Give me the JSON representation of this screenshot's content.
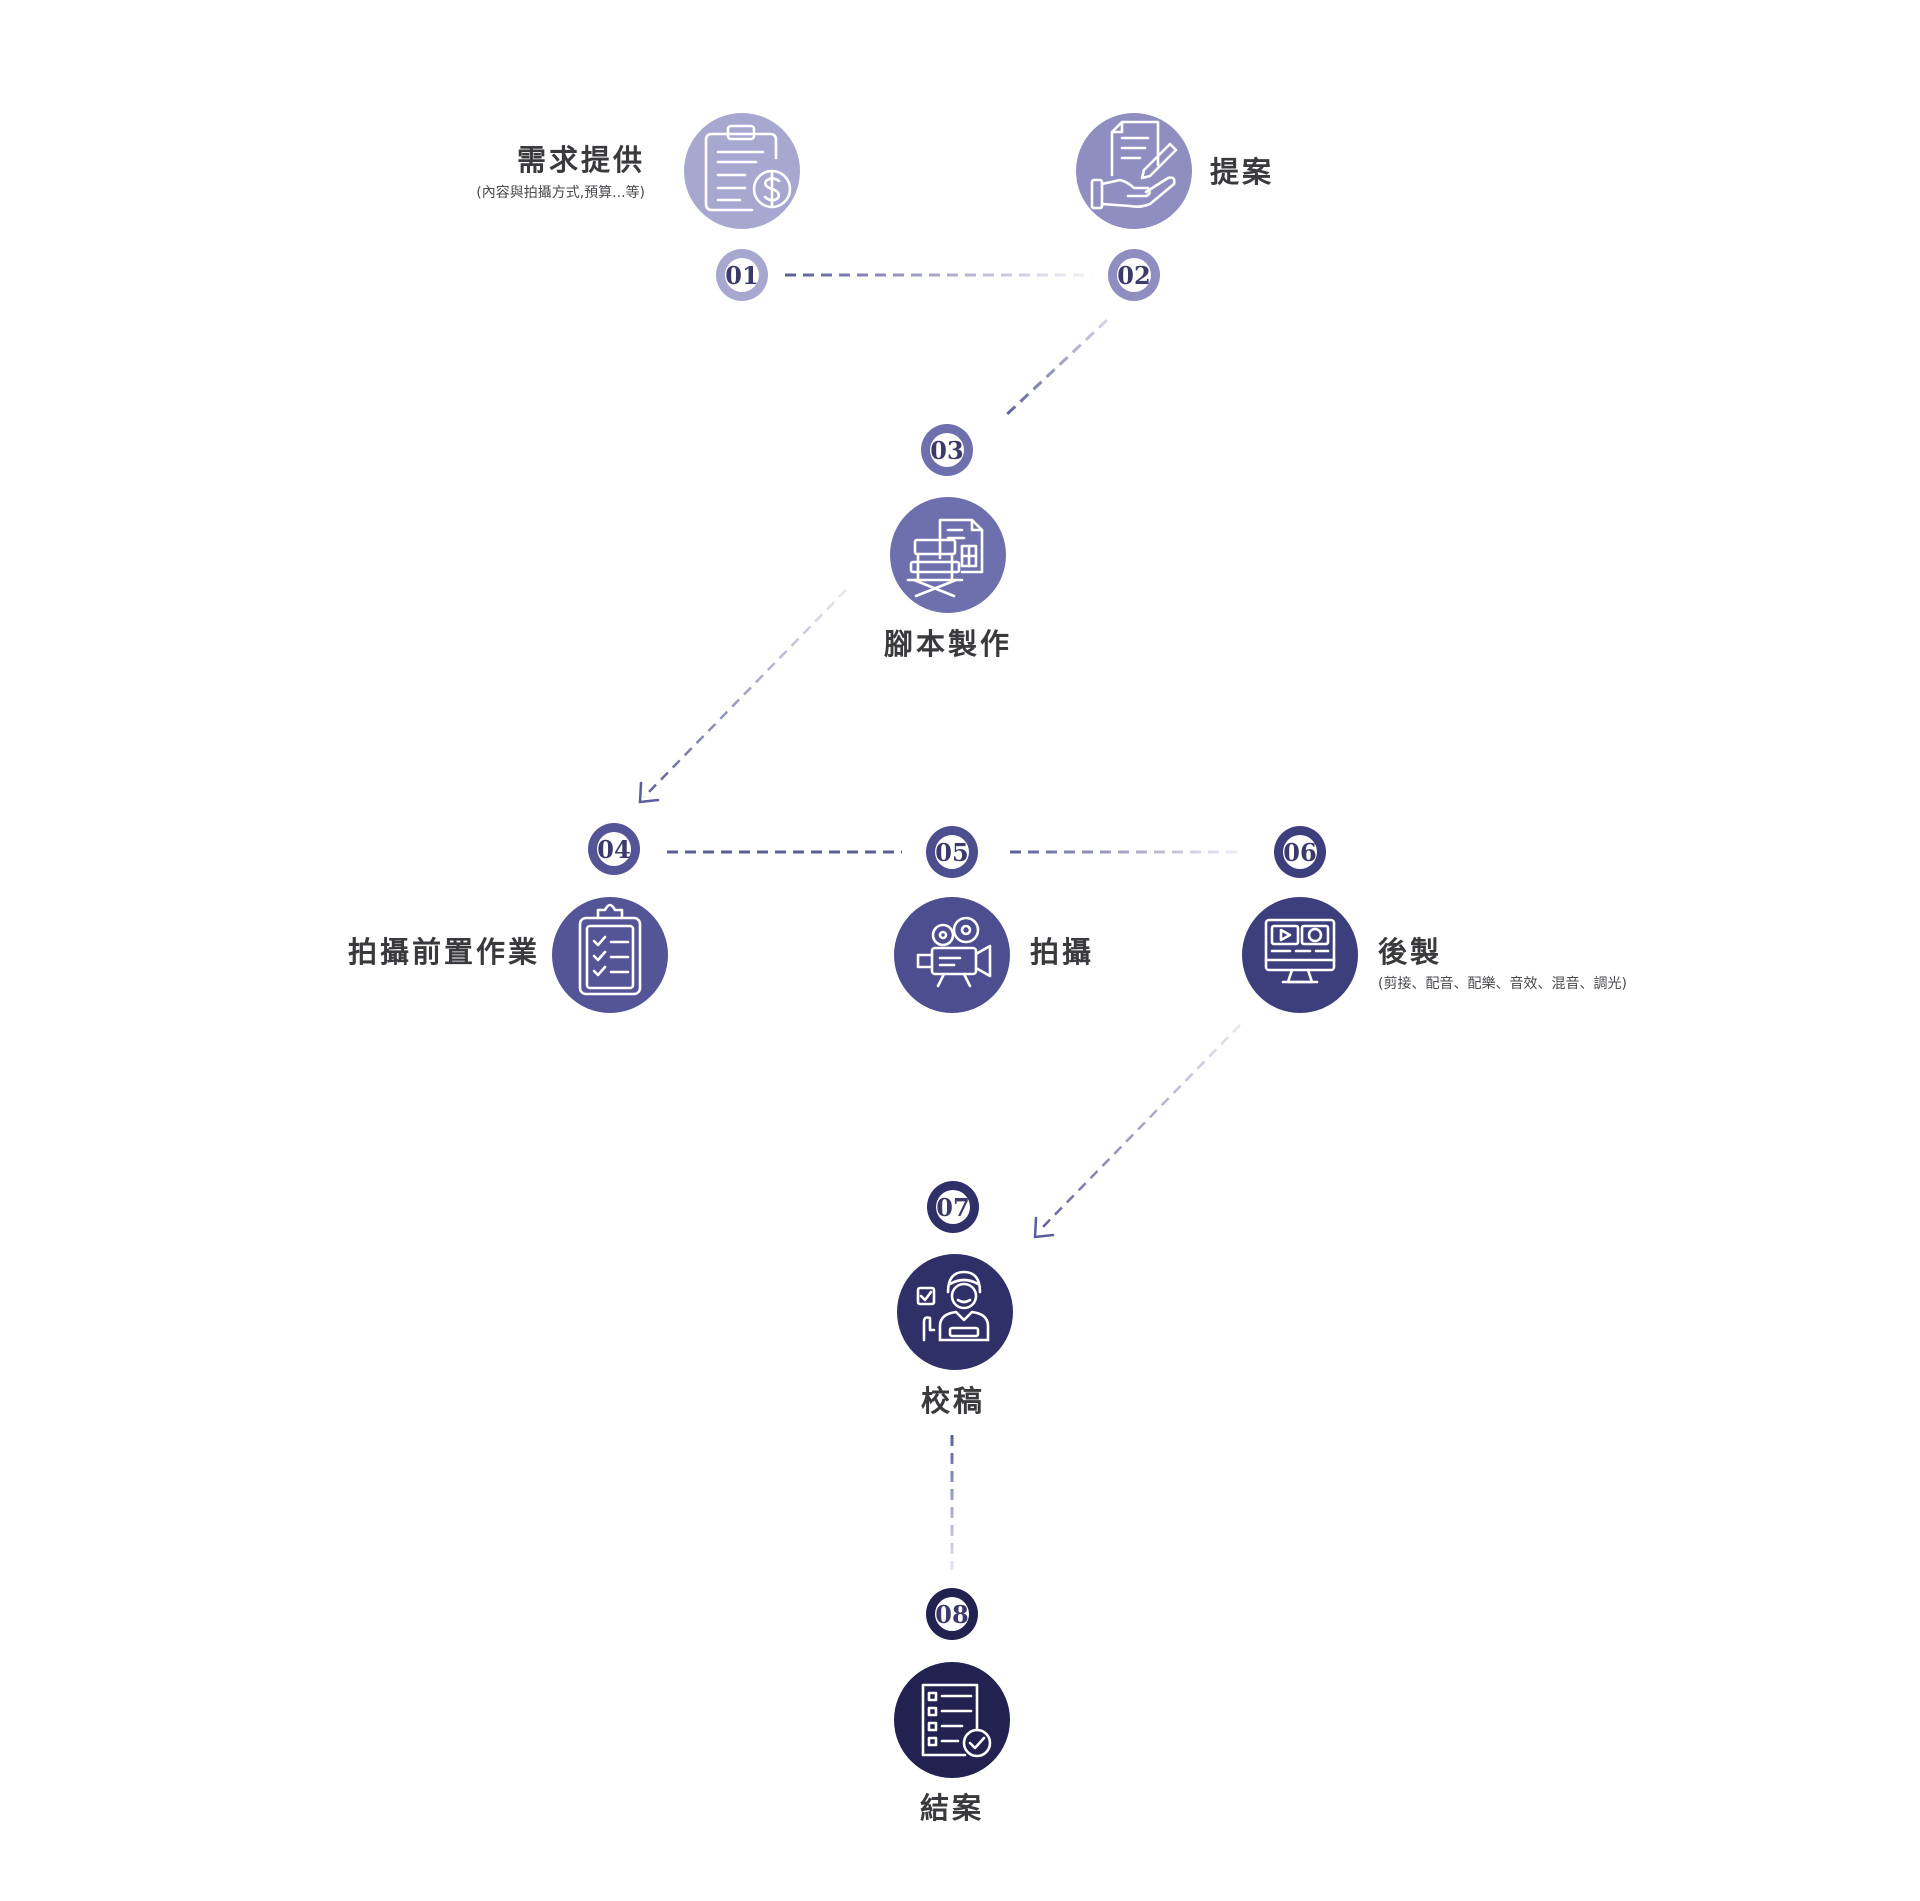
{
  "steps": [
    {
      "num": "01",
      "label": "需求提供",
      "note": "(內容與拍攝方式,預算...等)",
      "icon": "clipboard-dollar-icon",
      "color": "#a7a8cf"
    },
    {
      "num": "02",
      "label": "提案",
      "icon": "proposal-hand-icon",
      "color": "#8e8fc0"
    },
    {
      "num": "03",
      "label": "腳本製作",
      "icon": "director-chair-script-icon",
      "color": "#6e70ad"
    },
    {
      "num": "04",
      "label": "拍攝前置作業",
      "icon": "checklist-clipboard-icon",
      "color": "#545597"
    },
    {
      "num": "05",
      "label": "拍攝",
      "icon": "movie-camera-icon",
      "color": "#4c4e8f"
    },
    {
      "num": "06",
      "label": "後製",
      "note": "(剪接、配音、配樂、音效、混音、調光)",
      "icon": "video-monitor-icon",
      "color": "#3d3f7d"
    },
    {
      "num": "07",
      "label": "校稿",
      "icon": "reviewer-person-icon",
      "color": "#2f3068"
    },
    {
      "num": "08",
      "label": "結案",
      "icon": "document-check-icon",
      "color": "#212250"
    }
  ],
  "colors": {
    "line": "#6b6da5",
    "iconStroke": "#ffffff"
  }
}
